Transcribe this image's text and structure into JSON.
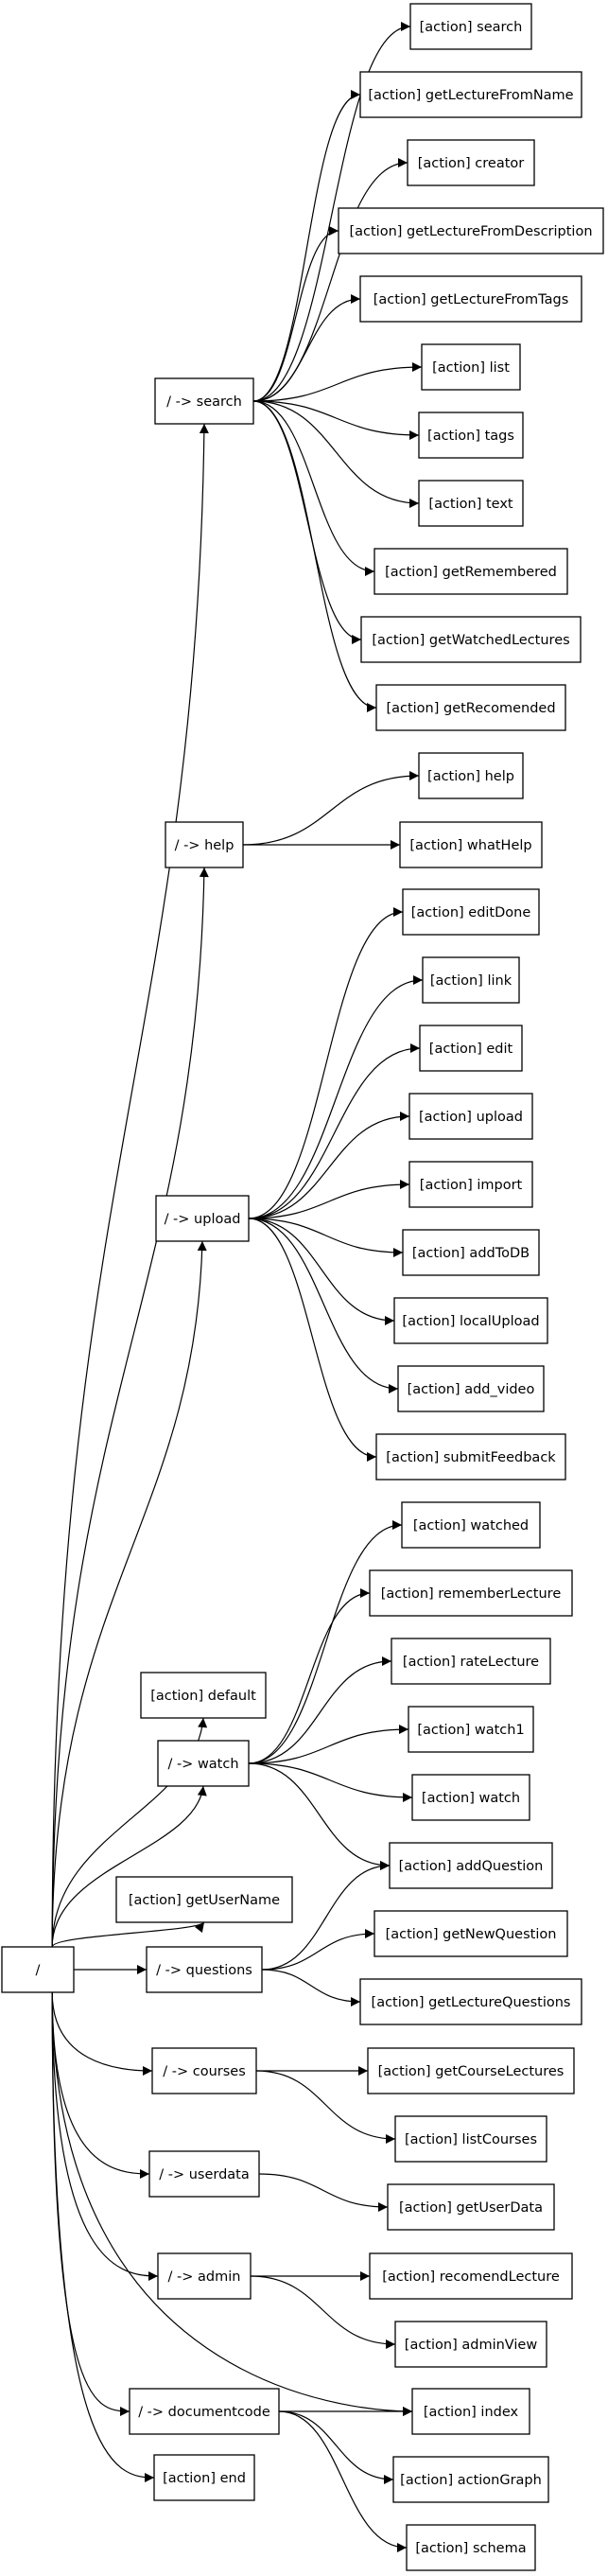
{
  "graph": {
    "nodes": [
      {
        "id": "root",
        "label": "/"
      },
      {
        "id": "search_ctrl",
        "label": "/ -> search"
      },
      {
        "id": "help_ctrl",
        "label": "/ -> help"
      },
      {
        "id": "upload_ctrl",
        "label": "/ -> upload"
      },
      {
        "id": "default",
        "label": "[action] default"
      },
      {
        "id": "watch_ctrl",
        "label": "/ -> watch"
      },
      {
        "id": "getUserName",
        "label": "[action] getUserName"
      },
      {
        "id": "questions_ctrl",
        "label": "/ -> questions"
      },
      {
        "id": "courses_ctrl",
        "label": "/ -> courses"
      },
      {
        "id": "userdata_ctrl",
        "label": "/ -> userdata"
      },
      {
        "id": "admin_ctrl",
        "label": "/ -> admin"
      },
      {
        "id": "documentcode_ctrl",
        "label": "/ -> documentcode"
      },
      {
        "id": "end",
        "label": "[action] end"
      },
      {
        "id": "s_search",
        "label": "[action] search"
      },
      {
        "id": "s_getLectureFromName",
        "label": "[action] getLectureFromName"
      },
      {
        "id": "s_creator",
        "label": "[action] creator"
      },
      {
        "id": "s_getLectureFromDescription",
        "label": "[action] getLectureFromDescription"
      },
      {
        "id": "s_getLectureFromTags",
        "label": "[action] getLectureFromTags"
      },
      {
        "id": "s_list",
        "label": "[action] list"
      },
      {
        "id": "s_tags",
        "label": "[action] tags"
      },
      {
        "id": "s_text",
        "label": "[action] text"
      },
      {
        "id": "s_getRemembered",
        "label": "[action] getRemembered"
      },
      {
        "id": "s_getWatchedLectures",
        "label": "[action] getWatchedLectures"
      },
      {
        "id": "s_getRecomended",
        "label": "[action] getRecomended"
      },
      {
        "id": "h_help",
        "label": "[action] help"
      },
      {
        "id": "h_whatHelp",
        "label": "[action] whatHelp"
      },
      {
        "id": "u_editDone",
        "label": "[action] editDone"
      },
      {
        "id": "u_link",
        "label": "[action] link"
      },
      {
        "id": "u_edit",
        "label": "[action] edit"
      },
      {
        "id": "u_upload",
        "label": "[action] upload"
      },
      {
        "id": "u_import",
        "label": "[action] import"
      },
      {
        "id": "u_addToDB",
        "label": "[action] addToDB"
      },
      {
        "id": "u_localUpload",
        "label": "[action] localUpload"
      },
      {
        "id": "u_add_video",
        "label": "[action] add_video"
      },
      {
        "id": "u_submitFeedback",
        "label": "[action] submitFeedback"
      },
      {
        "id": "w_watched",
        "label": "[action] watched"
      },
      {
        "id": "w_rememberLecture",
        "label": "[action] rememberLecture"
      },
      {
        "id": "w_rateLecture",
        "label": "[action] rateLecture"
      },
      {
        "id": "w_watch1",
        "label": "[action] watch1"
      },
      {
        "id": "w_watch",
        "label": "[action] watch"
      },
      {
        "id": "w_addQuestion",
        "label": "[action] addQuestion"
      },
      {
        "id": "q_getNewQuestion",
        "label": "[action] getNewQuestion"
      },
      {
        "id": "q_getLectureQuestions",
        "label": "[action] getLectureQuestions"
      },
      {
        "id": "c_getCourseLectures",
        "label": "[action] getCourseLectures"
      },
      {
        "id": "c_listCourses",
        "label": "[action] listCourses"
      },
      {
        "id": "ud_getUserData",
        "label": "[action] getUserData"
      },
      {
        "id": "a_recomendLecture",
        "label": "[action] recomendLecture"
      },
      {
        "id": "a_adminView",
        "label": "[action] adminView"
      },
      {
        "id": "index",
        "label": "[action] index"
      },
      {
        "id": "dc_actionGraph",
        "label": "[action] actionGraph"
      },
      {
        "id": "dc_schema",
        "label": "[action] schema"
      }
    ],
    "edges": [
      [
        "root",
        "search_ctrl"
      ],
      [
        "root",
        "help_ctrl"
      ],
      [
        "root",
        "upload_ctrl"
      ],
      [
        "root",
        "default"
      ],
      [
        "root",
        "watch_ctrl"
      ],
      [
        "root",
        "getUserName"
      ],
      [
        "root",
        "questions_ctrl"
      ],
      [
        "root",
        "courses_ctrl"
      ],
      [
        "root",
        "userdata_ctrl"
      ],
      [
        "root",
        "admin_ctrl"
      ],
      [
        "root",
        "documentcode_ctrl"
      ],
      [
        "root",
        "end"
      ],
      [
        "root",
        "index"
      ],
      [
        "search_ctrl",
        "s_search"
      ],
      [
        "search_ctrl",
        "s_getLectureFromName"
      ],
      [
        "search_ctrl",
        "s_creator"
      ],
      [
        "search_ctrl",
        "s_getLectureFromDescription"
      ],
      [
        "search_ctrl",
        "s_getLectureFromTags"
      ],
      [
        "search_ctrl",
        "s_list"
      ],
      [
        "search_ctrl",
        "s_tags"
      ],
      [
        "search_ctrl",
        "s_text"
      ],
      [
        "search_ctrl",
        "s_getRemembered"
      ],
      [
        "search_ctrl",
        "s_getWatchedLectures"
      ],
      [
        "search_ctrl",
        "s_getRecomended"
      ],
      [
        "help_ctrl",
        "h_help"
      ],
      [
        "help_ctrl",
        "h_whatHelp"
      ],
      [
        "upload_ctrl",
        "u_editDone"
      ],
      [
        "upload_ctrl",
        "u_link"
      ],
      [
        "upload_ctrl",
        "u_edit"
      ],
      [
        "upload_ctrl",
        "u_upload"
      ],
      [
        "upload_ctrl",
        "u_import"
      ],
      [
        "upload_ctrl",
        "u_addToDB"
      ],
      [
        "upload_ctrl",
        "u_localUpload"
      ],
      [
        "upload_ctrl",
        "u_add_video"
      ],
      [
        "upload_ctrl",
        "u_submitFeedback"
      ],
      [
        "watch_ctrl",
        "w_watched"
      ],
      [
        "watch_ctrl",
        "w_rememberLecture"
      ],
      [
        "watch_ctrl",
        "w_rateLecture"
      ],
      [
        "watch_ctrl",
        "w_watch1"
      ],
      [
        "watch_ctrl",
        "w_watch"
      ],
      [
        "watch_ctrl",
        "w_addQuestion"
      ],
      [
        "questions_ctrl",
        "w_addQuestion"
      ],
      [
        "questions_ctrl",
        "q_getNewQuestion"
      ],
      [
        "questions_ctrl",
        "q_getLectureQuestions"
      ],
      [
        "courses_ctrl",
        "c_getCourseLectures"
      ],
      [
        "courses_ctrl",
        "c_listCourses"
      ],
      [
        "userdata_ctrl",
        "ud_getUserData"
      ],
      [
        "admin_ctrl",
        "a_recomendLecture"
      ],
      [
        "admin_ctrl",
        "a_adminView"
      ],
      [
        "documentcode_ctrl",
        "index"
      ],
      [
        "documentcode_ctrl",
        "dc_actionGraph"
      ],
      [
        "documentcode_ctrl",
        "dc_schema"
      ]
    ]
  }
}
